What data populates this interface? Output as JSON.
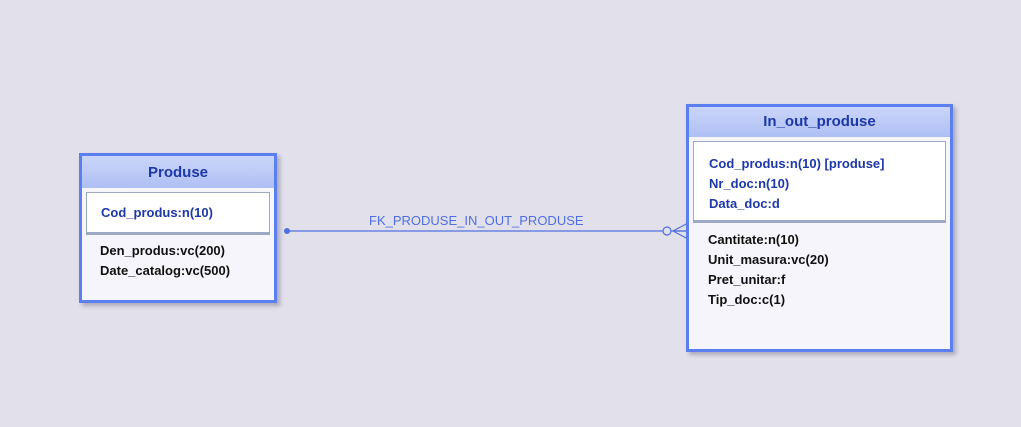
{
  "entities": {
    "produse": {
      "name": "Produse",
      "pk_attributes": [
        "Cod_produs:n(10)"
      ],
      "attributes": [
        "Den_produs:vc(200)",
        "Date_catalog:vc(500)"
      ]
    },
    "in_out_produse": {
      "name": "In_out_produse",
      "pk_attributes": [
        "Cod_produs:n(10) [produse]",
        "Nr_doc:n(10)",
        "Data_doc:d"
      ],
      "attributes": [
        "Cantitate:n(10)",
        "Unit_masura:vc(20)",
        "Pret_unitar:f",
        "Tip_doc:c(1)"
      ]
    }
  },
  "relationship": {
    "name": "FK_PRODUSE_IN_OUT_PRODUSE",
    "from": "Produse",
    "to": "In_out_produse",
    "cardinality": "one-to-many (optional)"
  },
  "colors": {
    "background": "#e2e0ea",
    "entity_border": "#5b7ff0",
    "header_text": "#1d38a8",
    "relationship_line": "#4f6fe2"
  },
  "icons": {
    "one_end": "dot",
    "many_end": "crows-foot-with-circle"
  }
}
